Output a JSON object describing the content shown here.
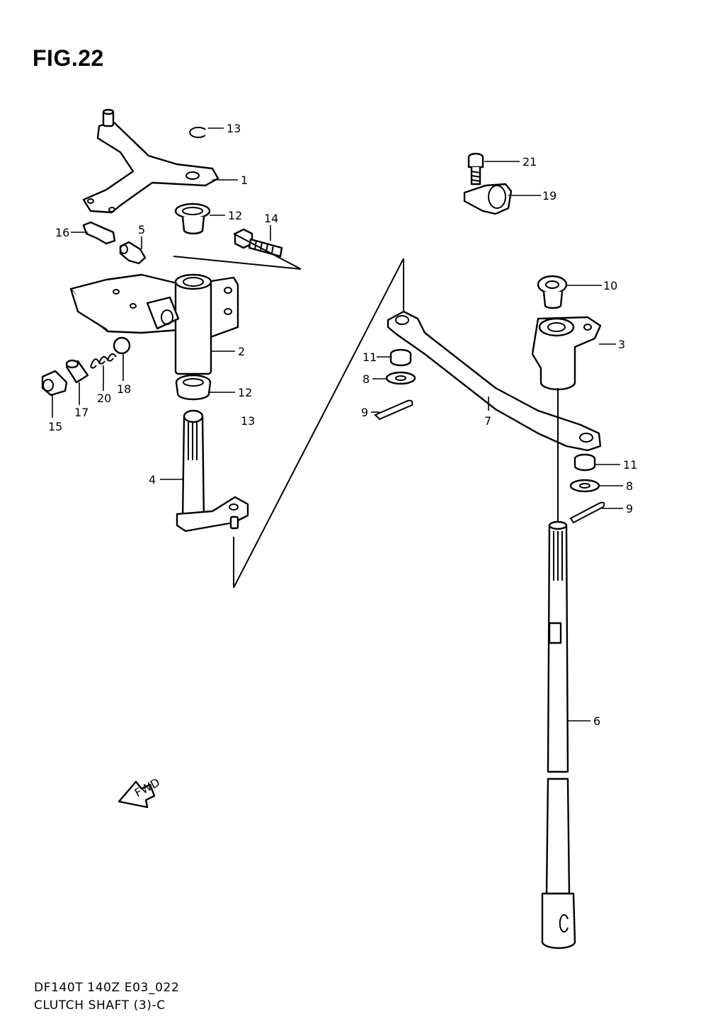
{
  "figure": {
    "title": "FIG.22",
    "code": "DF140T 140Z E03_022",
    "name": "CLUTCH SHAFT (3)-C"
  },
  "fwd_label": "FWD",
  "callouts": [
    {
      "id": "c13a",
      "text": "13"
    },
    {
      "id": "c1",
      "text": "1"
    },
    {
      "id": "c12a",
      "text": "12"
    },
    {
      "id": "c14",
      "text": "14"
    },
    {
      "id": "c16",
      "text": "16"
    },
    {
      "id": "c5",
      "text": "5"
    },
    {
      "id": "c2",
      "text": "2"
    },
    {
      "id": "c12b",
      "text": "12"
    },
    {
      "id": "c13b",
      "text": "13"
    },
    {
      "id": "c15",
      "text": "15"
    },
    {
      "id": "c17",
      "text": "17"
    },
    {
      "id": "c20",
      "text": "20"
    },
    {
      "id": "c18",
      "text": "18"
    },
    {
      "id": "c4",
      "text": "4"
    },
    {
      "id": "c21",
      "text": "21"
    },
    {
      "id": "c19",
      "text": "19"
    },
    {
      "id": "c10",
      "text": "10"
    },
    {
      "id": "c3",
      "text": "3"
    },
    {
      "id": "c11a",
      "text": "11"
    },
    {
      "id": "c8a",
      "text": "8"
    },
    {
      "id": "c9a",
      "text": "9"
    },
    {
      "id": "c7",
      "text": "7"
    },
    {
      "id": "c11b",
      "text": "11"
    },
    {
      "id": "c8b",
      "text": "8"
    },
    {
      "id": "c9b",
      "text": "9"
    },
    {
      "id": "c6",
      "text": "6"
    }
  ]
}
